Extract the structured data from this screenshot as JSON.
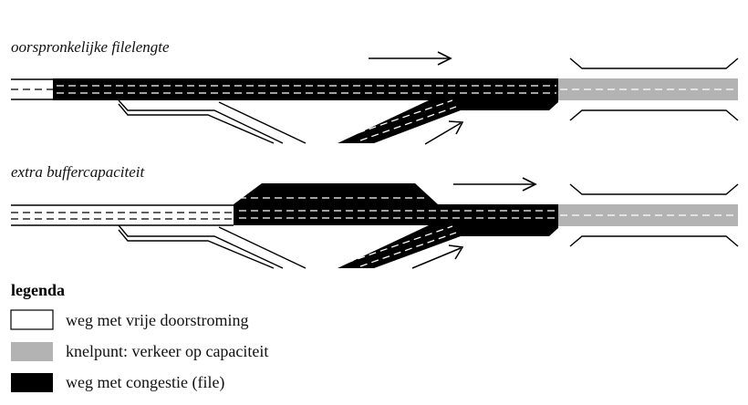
{
  "diagrams": [
    {
      "caption": "oorspronkelijke filelengte"
    },
    {
      "caption": "extra buffercapaciteit"
    }
  ],
  "legend": {
    "title": "legenda",
    "items": [
      {
        "label": "weg met vrije doorstroming",
        "color": "#ffffff"
      },
      {
        "label": "knelpunt: verkeer op capaciteit",
        "color": "#b3b3b3"
      },
      {
        "label": "weg met congestie (file)",
        "color": "#000000"
      }
    ]
  },
  "colors": {
    "free_flow": "#ffffff",
    "bottleneck": "#b3b3b3",
    "congestion": "#000000",
    "lane_marking_on_dark": "#ffffff",
    "outline": "#000000"
  }
}
